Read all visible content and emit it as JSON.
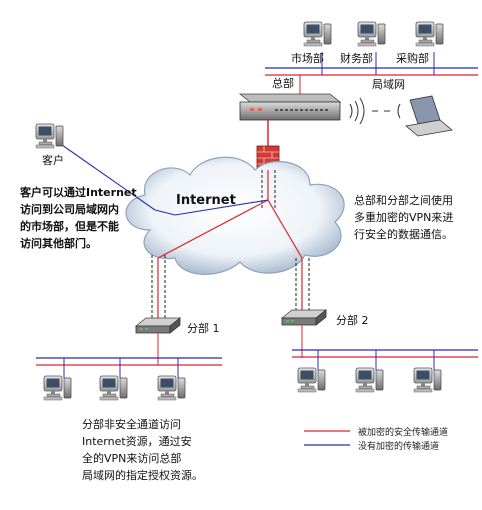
{
  "labels": {
    "market": "市场部",
    "finance": "财务部",
    "purchase": "采购部",
    "hq": "总部",
    "lan": "局域网",
    "client": "客户",
    "internet": "Internet",
    "branch1": "分部 1",
    "branch2": "分部 2"
  },
  "notes": {
    "client_note": [
      "客户可以通过Internet",
      "访问到公司局域网内",
      "的市场部，但是不能",
      "访问其他部门。"
    ],
    "hq_note": [
      "总部和分部之间使用",
      "多重加密的VPN来进",
      "行安全的数据通信。"
    ],
    "branch_note": [
      "分部非安全通道访问",
      "Internet资源，通过安",
      "全的VPN来访问总部",
      "局域网的指定授权资源。"
    ]
  },
  "legend": {
    "encrypted": "被加密的安全传输通道",
    "unencrypted": "没有加密的传输通道"
  },
  "colors": {
    "encrypted": "#d9252c",
    "unencrypted": "#2b2bb8",
    "tunnel": "#222222"
  }
}
